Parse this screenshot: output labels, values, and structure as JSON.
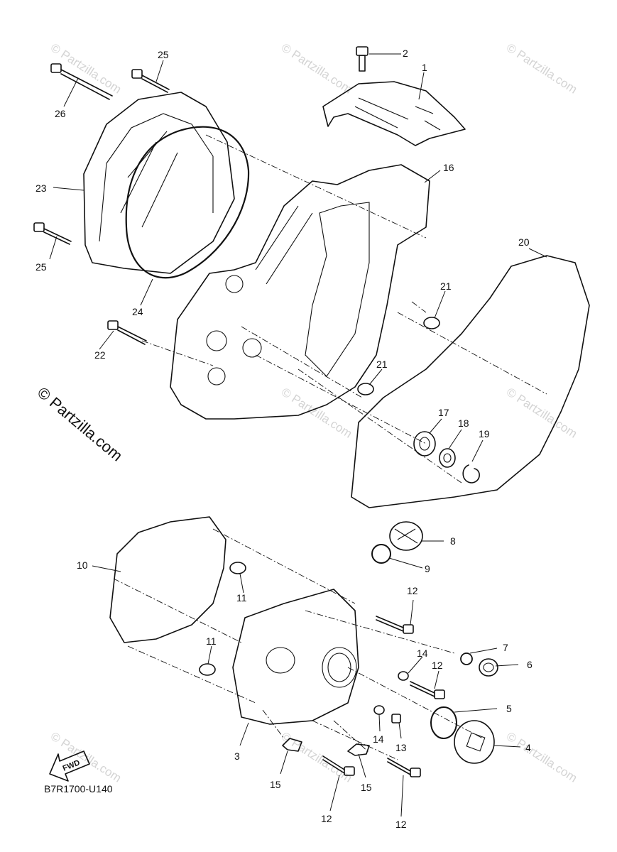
{
  "watermark": "© Partzilla.com",
  "copyright_text": "© Partzilla.com",
  "diagram_code": "B7R1700-U140",
  "fwd_label": "FWD",
  "callouts": {
    "c1": "1",
    "c2": "2",
    "c3": "3",
    "c4": "4",
    "c5": "5",
    "c6": "6",
    "c7": "7",
    "c8": "8",
    "c9": "9",
    "c10": "10",
    "c11a": "11",
    "c11b": "11",
    "c12a": "12",
    "c12b": "12",
    "c12c": "12",
    "c12d": "12",
    "c13": "13",
    "c14a": "14",
    "c14b": "14",
    "c15a": "15",
    "c15b": "15",
    "c16": "16",
    "c17": "17",
    "c18": "18",
    "c19": "19",
    "c20": "20",
    "c21a": "21",
    "c21b": "21",
    "c22": "22",
    "c23": "23",
    "c24": "24",
    "c25a": "25",
    "c25b": "25",
    "c26": "26"
  }
}
